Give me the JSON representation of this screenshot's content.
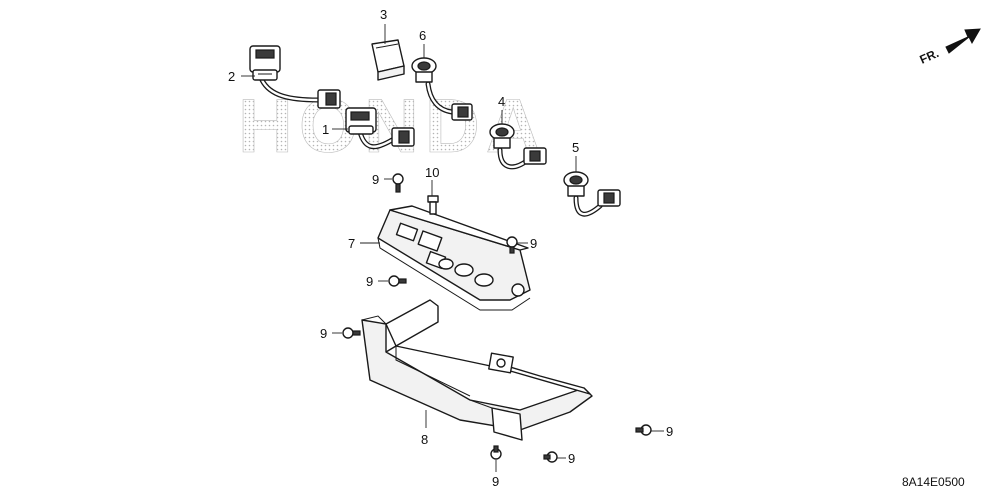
{
  "diagram": {
    "watermark": "HONDA",
    "direction_label": "FR.",
    "diagram_code": "8A14E0500",
    "callouts": {
      "c1": "1",
      "c2": "2",
      "c3": "3",
      "c4": "4",
      "c5": "5",
      "c6": "6",
      "c7": "7",
      "c8": "8",
      "c9": "9",
      "c10": "10"
    }
  }
}
